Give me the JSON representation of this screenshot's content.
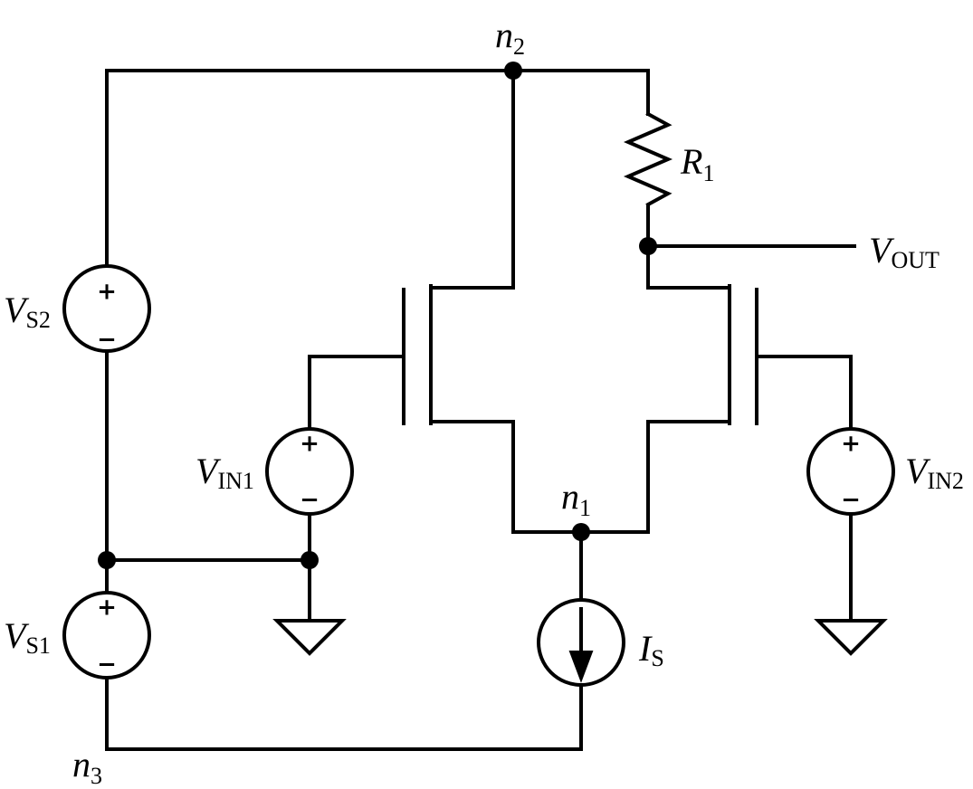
{
  "labels": {
    "n2": {
      "main": "n",
      "sub": "2"
    },
    "n1": {
      "main": "n",
      "sub": "1"
    },
    "n3": {
      "main": "n",
      "sub": "3"
    },
    "r1": {
      "main": "R",
      "sub": "1"
    },
    "vout": {
      "main": "V",
      "sub": "OUT"
    },
    "vs2": {
      "main": "V",
      "sub": "S2"
    },
    "vs1": {
      "main": "V",
      "sub": "S1"
    },
    "vin1": {
      "main": "V",
      "sub": "IN1"
    },
    "vin2": {
      "main": "V",
      "sub": "IN2"
    },
    "is": {
      "main": "I",
      "sub": "S"
    }
  },
  "polarity": {
    "plus": "+",
    "minus": "−"
  }
}
